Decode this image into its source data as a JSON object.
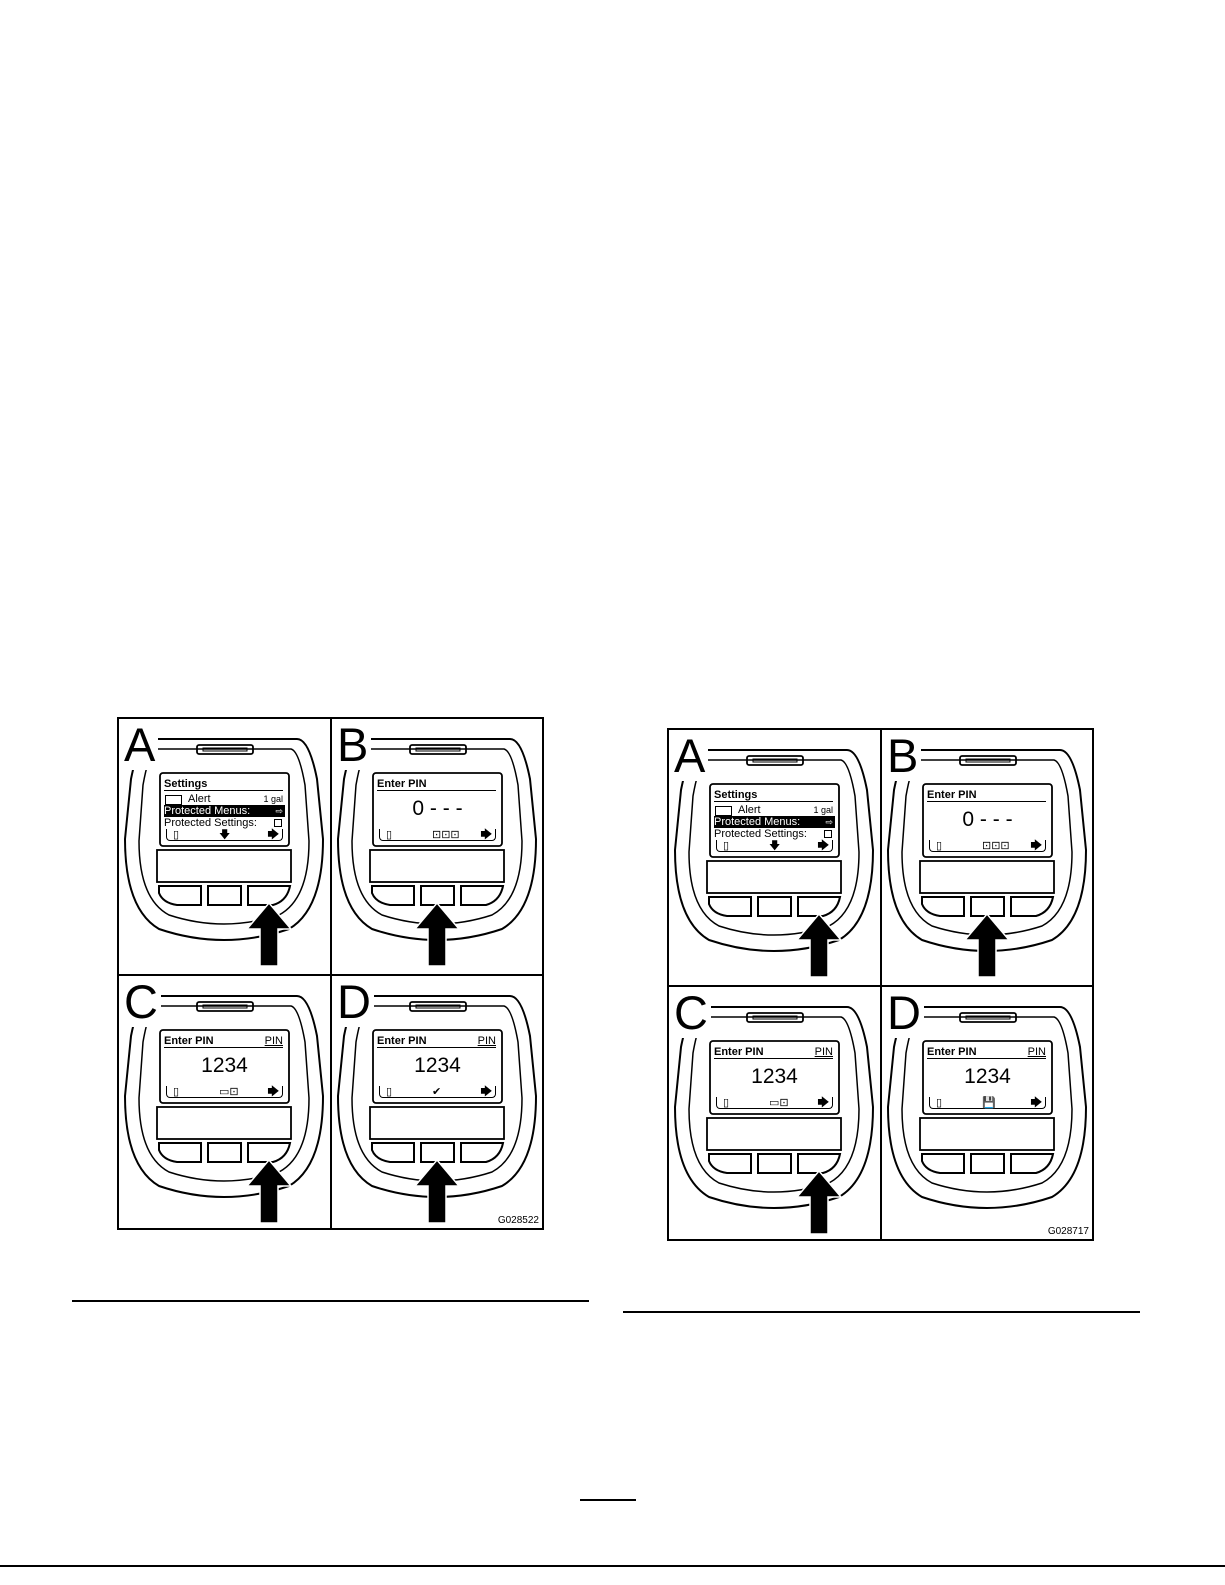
{
  "figures": [
    {
      "id": "G028522",
      "panels": [
        {
          "letter": "A",
          "screen": {
            "type": "menu",
            "title": "Settings",
            "rows": [
              {
                "label": "Alert",
                "value": "1 gal",
                "icon": "tank-icon"
              },
              {
                "label": "Protected Menus:",
                "value": "⇨",
                "highlighted": true
              },
              {
                "label": "Protected Settings:",
                "value": "",
                "icon": "checkbox-icon"
              }
            ]
          },
          "softkeys": [
            "▯",
            "🡇",
            "🡆"
          ],
          "arrow_button": 3
        },
        {
          "letter": "B",
          "screen": {
            "type": "pin",
            "title": "Enter PIN",
            "pin_label": "",
            "value": "0 - - -"
          },
          "softkeys": [
            "▯",
            "⊡⊡⊡",
            "🡆"
          ],
          "arrow_button": 2
        },
        {
          "letter": "C",
          "screen": {
            "type": "pin",
            "title": "Enter PIN",
            "pin_label": "PIN",
            "value": "1234"
          },
          "softkeys": [
            "▯",
            "▭⊡",
            "🡆"
          ],
          "arrow_button": 3
        },
        {
          "letter": "D",
          "screen": {
            "type": "pin",
            "title": "Enter PIN",
            "pin_label": "PIN",
            "value": "1234"
          },
          "softkeys": [
            "▯",
            "✔",
            "🡆"
          ],
          "arrow_button": 2
        }
      ]
    },
    {
      "id": "G028717",
      "panels": [
        {
          "letter": "A",
          "screen": {
            "type": "menu",
            "title": "Settings",
            "rows": [
              {
                "label": "Alert",
                "value": "1 gal",
                "icon": "tank-icon"
              },
              {
                "label": "Protected Menus:",
                "value": "⇨",
                "highlighted": true
              },
              {
                "label": "Protected Settings:",
                "value": "",
                "icon": "checkbox-icon"
              }
            ]
          },
          "softkeys": [
            "▯",
            "🡇",
            "🡆"
          ],
          "arrow_button": 3
        },
        {
          "letter": "B",
          "screen": {
            "type": "pin",
            "title": "Enter PIN",
            "pin_label": "",
            "value": "0 - - -"
          },
          "softkeys": [
            "▯",
            "⊡⊡⊡",
            "🡆"
          ],
          "arrow_button": 2
        },
        {
          "letter": "C",
          "screen": {
            "type": "pin",
            "title": "Enter PIN",
            "pin_label": "PIN",
            "value": "1234"
          },
          "softkeys": [
            "▯",
            "▭⊡",
            "🡆"
          ],
          "arrow_button": 3
        },
        {
          "letter": "D",
          "screen": {
            "type": "pin",
            "title": "Enter PIN",
            "pin_label": "PIN",
            "value": "1234"
          },
          "softkeys": [
            "▯",
            "💾",
            "🡆"
          ],
          "arrow_button": 0
        }
      ]
    }
  ]
}
